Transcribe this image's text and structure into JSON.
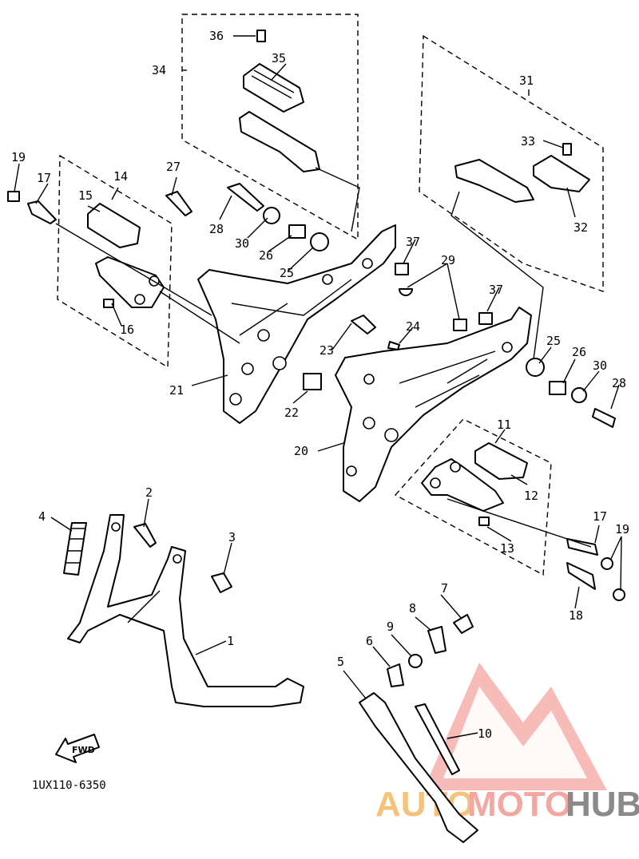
{
  "diagram_code": "1UX110-6350",
  "fwd_label": "FWD",
  "watermark": {
    "auto": "AUTO",
    "moto": "MOTO",
    "hub": "HUB"
  },
  "colors": {
    "watermark_red": "#f4a6a0",
    "watermark_orange": "#f6c27a",
    "watermark_gray": "#8a8a8a",
    "ink": "#000000"
  },
  "labels": {
    "l1": "1",
    "l2": "2",
    "l3": "3",
    "l4": "4",
    "l5": "5",
    "l6": "6",
    "l7": "7",
    "l8": "8",
    "l9": "9",
    "l10": "10",
    "l11": "11",
    "l12": "12",
    "l13": "13",
    "l14": "14",
    "l15": "15",
    "l16": "16",
    "l17a": "17",
    "l17b": "17",
    "l18": "18",
    "l19a": "19",
    "l19b": "19",
    "l20": "20",
    "l21": "21",
    "l22": "22",
    "l23": "23",
    "l24": "24",
    "l25a": "25",
    "l25b": "25",
    "l26a": "26",
    "l26b": "26",
    "l27": "27",
    "l28a": "28",
    "l28b": "28",
    "l29": "29",
    "l30a": "30",
    "l30b": "30",
    "l31": "31",
    "l32": "32",
    "l33": "33",
    "l34": "34",
    "l35": "35",
    "l36": "36",
    "l37a": "37",
    "l37b": "37"
  }
}
